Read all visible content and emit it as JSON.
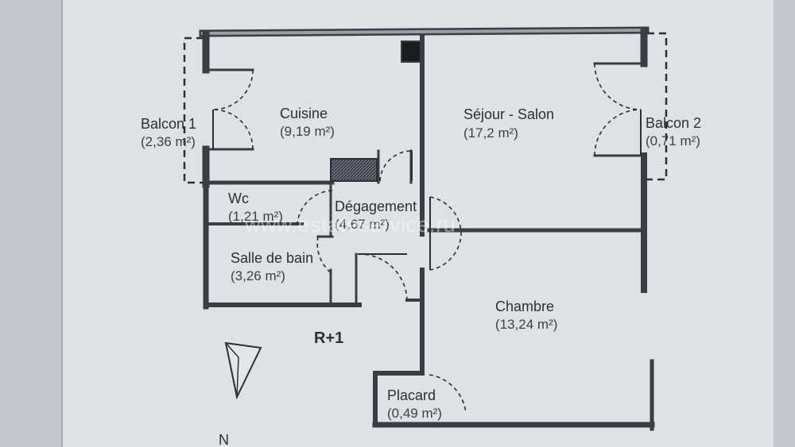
{
  "plan": {
    "level": "R+1",
    "north": "N",
    "watermark": "www.estateservice.ru",
    "rooms": {
      "cuisine": {
        "name": "Cuisine",
        "area": "(9,19 m²)"
      },
      "sejour": {
        "name": "Séjour - Salon",
        "area": "(17,2 m²)"
      },
      "balcon1": {
        "name": "Balcon 1",
        "area": "(2,36 m²)"
      },
      "balcon2": {
        "name": "Balcon 2",
        "area": "(0,71 m²)"
      },
      "wc": {
        "name": "Wc",
        "area": "(1,21 m²)"
      },
      "degagement": {
        "name": "Dégagement",
        "area": "(4,67 m²)"
      },
      "salle_de_bain": {
        "name": "Salle de bain",
        "area": "(3,26 m²)"
      },
      "chambre": {
        "name": "Chambre",
        "area": "(13,24 m²)"
      },
      "placard": {
        "name": "Placard",
        "area": "(0,49 m²)"
      }
    }
  },
  "colors": {
    "wall": "#3a3d44",
    "wall_fill": "#8f939b",
    "paper": "#dfe1e4"
  }
}
